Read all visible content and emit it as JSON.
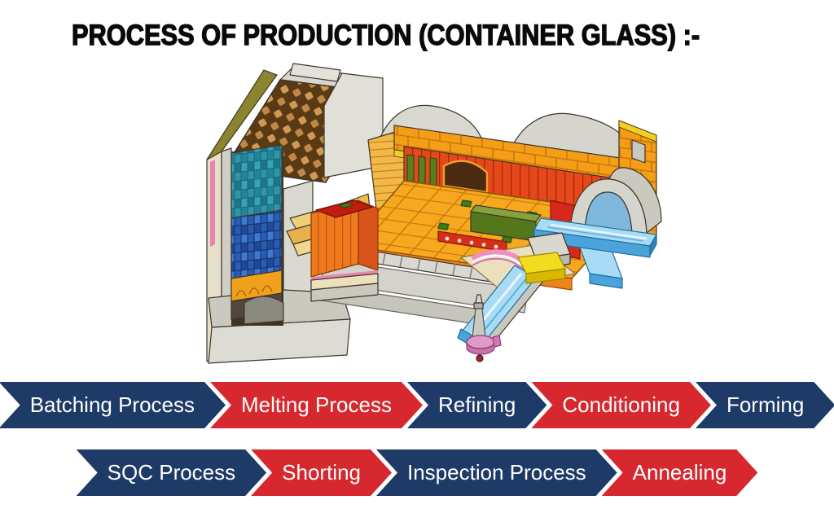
{
  "title": "PROCESS OF PRODUCTION (CONTAINER GLASS) :-",
  "colors": {
    "navy": "#1e3a67",
    "red": "#d6282e",
    "arrow_text": "#ffffff",
    "title_text": "#0a0a0a",
    "background": "#ffffff"
  },
  "illustration": {
    "name": "container-glass-furnace-cutaway-diagram"
  },
  "process": {
    "rows": [
      {
        "steps": [
          {
            "label": "Batching Process",
            "color": "navy"
          },
          {
            "label": "Melting Process",
            "color": "red"
          },
          {
            "label": "Refining",
            "color": "navy"
          },
          {
            "label": "Conditioning",
            "color": "red"
          },
          {
            "label": "Forming",
            "color": "navy"
          }
        ]
      },
      {
        "steps": [
          {
            "label": "SQC Process",
            "color": "navy"
          },
          {
            "label": "Shorting",
            "color": "red"
          },
          {
            "label": "Inspection Process",
            "color": "navy"
          },
          {
            "label": "Annealing",
            "color": "red"
          }
        ]
      }
    ]
  }
}
